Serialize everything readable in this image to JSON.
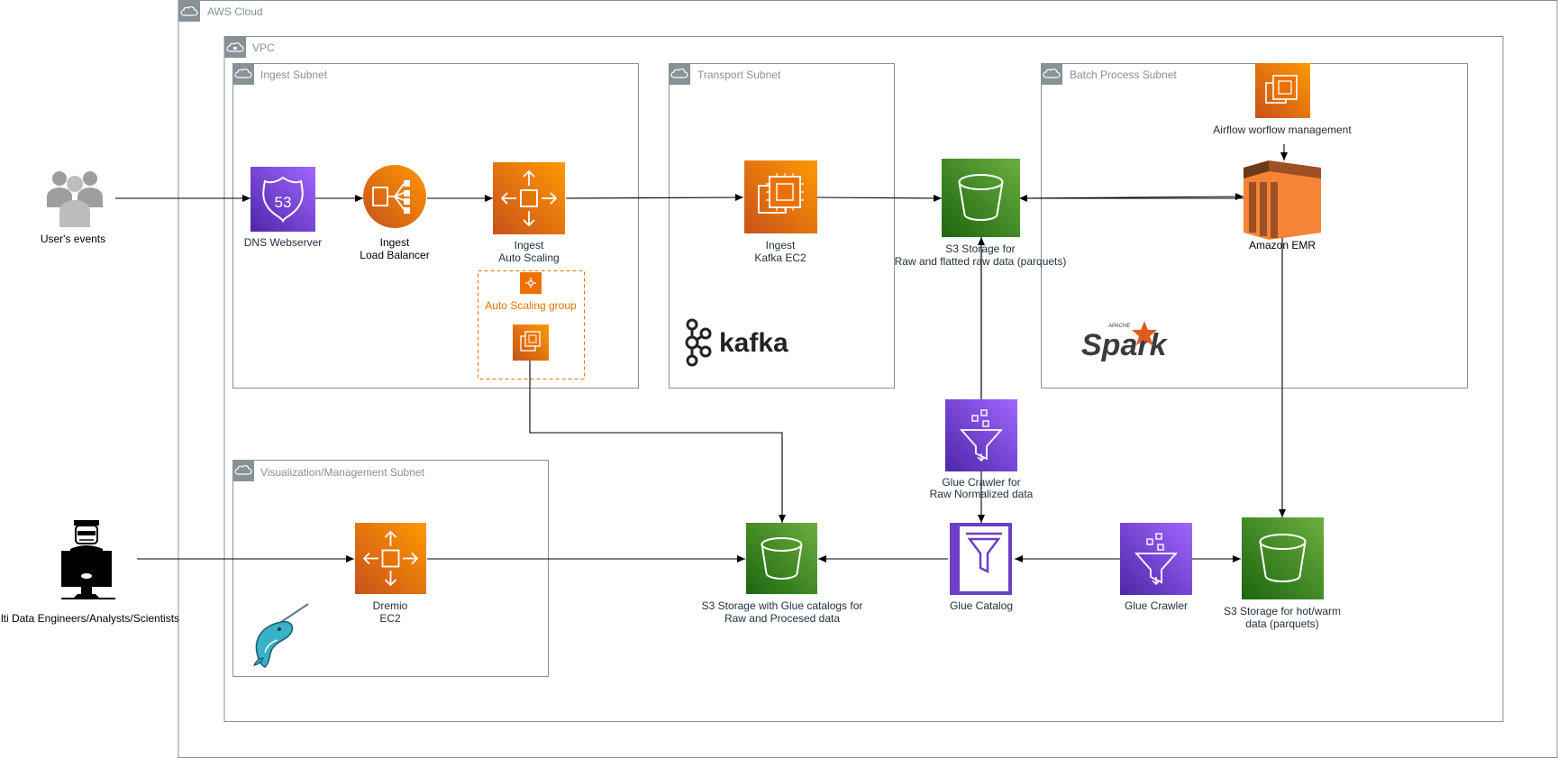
{
  "groups": {
    "aws_cloud": "AWS Cloud",
    "vpc": "VPC",
    "ingest_subnet": "Ingest Subnet",
    "transport_subnet": "Transport Subnet",
    "batch_subnet": "Batch Process Subnet",
    "viz_subnet": "Visualization/Management Subnet",
    "asg": "Auto Scaling group"
  },
  "nodes": {
    "users": "User's events",
    "dns": "DNS Webserver",
    "lb_line1": "Ingest",
    "lb_line2": "Load Balancer",
    "as_line1": "Ingest",
    "as_line2": "Auto Scaling",
    "kafka_line1": "Ingest",
    "kafka_line2": "Kafka EC2",
    "s3raw_line1": "S3 Storage for",
    "s3raw_line2": "Raw and flatted raw data (parquets)",
    "airflow": "Airflow worflow management",
    "emr": "Amazon EMR",
    "glue_crawler_raw_line1": "Glue Crawler for",
    "glue_crawler_raw_line2": "Raw Normalized data",
    "analysts": "lti Data Engineers/Analysts/Scientists",
    "dremio_line1": "Dremio",
    "dremio_line2": "EC2",
    "s3glue_line1": "S3 Storage with Glue catalogs for",
    "s3glue_line2": "Raw and Procesed data",
    "glue_catalog": "Glue Catalog",
    "glue_crawler": "Glue Crawler",
    "s3hot_line1": "S3 Storage for hot/warm",
    "s3hot_line2": "data (parquets)"
  },
  "logos": {
    "kafka": "kafka",
    "spark_small": "APACHE",
    "spark": "Spark"
  },
  "colors": {
    "orange": "#ED7100",
    "green": "#3F8624",
    "purple": "#8C4FFF",
    "group_border": "#879196",
    "asg_border": "#ED7100"
  }
}
